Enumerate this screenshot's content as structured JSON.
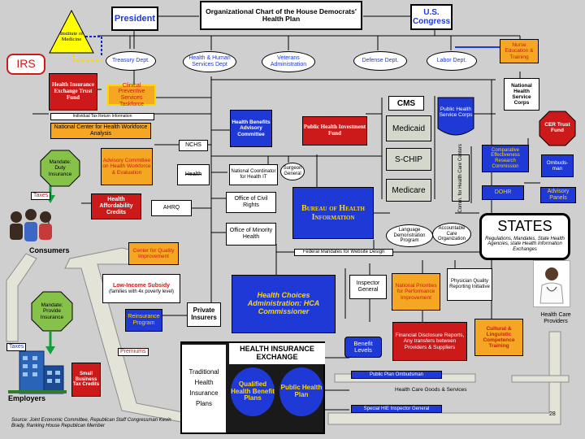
{
  "title": "Organizational Chart of the House Democrats' Health Plan",
  "nodes": {
    "president": "President",
    "congress": "U.S. Congress",
    "iom": "Institute of Medicine",
    "irs": "IRS",
    "treasury": "Treasury Dept.",
    "hhs": "Health & Human Services Dept",
    "va": "Veterans Administration",
    "defense": "Defense Dept.",
    "labor": "Labor Dept.",
    "nurse_ed": "Nurse Education & Training",
    "trust_fund": "Health Insurance Exchange Trust Fund",
    "clin_prev": "Clinical Preventive Services Taskforce",
    "tax_return": "Individual Tax Return Information",
    "nat_ctr": "National Center for Health Workforce Analysis",
    "cms": "CMS",
    "phs_corps": "Public Health Service Corps",
    "nhs_corps": "National Health Service Corps",
    "cer_fund": "CER Trust Fund",
    "benefits_adv": "Health Benefits Advisory Committee",
    "ph_fund": "Public Health Investment Fund",
    "medicaid": "Medicaid",
    "schip": "S-CHIP",
    "medicare": "Medicare",
    "cer_comm": "Comparative Effectiveness Research Commission",
    "ombuds": "Ombuds-man",
    "cer_ctr": "Comm. for Health Care Centers",
    "mand_duty": "Mandate: Duty Insurance",
    "adv_comm": "Advisory Committee on Health Workforce & Evaluation",
    "nchs": "NCHS",
    "hrsa": "Health",
    "nat_coord": "National Coordinator for Health IT",
    "surgeon": "Surgeon General",
    "doh": "DOHR",
    "adv_panels": "Advisory Panels",
    "taxes_top": "Taxes",
    "afford_cred": "Health Affordability Credits",
    "ahrq": "AHRQ",
    "civil_rights": "Office of Civil Rights",
    "minority": "Office of Minority Health",
    "bureau": "Bureau of Health Information",
    "lang_demo": "Language Demonstration Program",
    "acc_care": "Accountable Care Organization",
    "states": "STATES",
    "states_sub": "Regulations, Mandates, State Health Agencies, state Health Information Exchanges",
    "consumers": "Consumers",
    "quality_ctr": "Center for Quality Improvement",
    "fed_mandates": "Federal Mandates for Website Design",
    "mand_provide": "Mandate: Provide Insurance",
    "low_income": "Low-Income Subsidy",
    "low_income_note": "(families with 4x poverty level)",
    "commissioner": "Health Choices Administration: HCA Commissioner",
    "insp_gen": "Inspector General",
    "nat_priorities": "National Priorities for Performance Improvement",
    "prev_quality": "Physician Quality Reporting Initiative",
    "reinsurance": "Reinsurance Program",
    "private_ins": "Private Insurers",
    "fin_disclosure": "Financial Disclosure Reports, Any transfers between Providers & Suppliers",
    "cultural": "Cultural & Linguistic Competence Training",
    "providers": "Health Care Providers",
    "taxes_bottom": "Taxes",
    "premiums": "Premiums",
    "exchange": "HEALTH INSURANCE EXCHANGE",
    "trad_plans": "Traditional Health Insurance Plans",
    "qualified_plans": "Qualified Health Benefit Plans",
    "public_plan": "Public Health Plan",
    "benefit_levels": "Benefit Levels",
    "public_plan_ombuds": "Public Plan Ombudsman",
    "goods_services": "Health Care Goods & Services",
    "special_ig": "Special HIE Inspector General",
    "small_credits": "Small Business Tax Credits",
    "employers": "Employers"
  },
  "source": "Source: Joint Economic Committee, Republican Staff Congressman Kevin Brady, Ranking House Republican Member",
  "page_number": "28",
  "colors": {
    "background": "#cfcfcf",
    "red": "#cc1a1a",
    "blue": "#1f39d6",
    "yellow": "#ffff00",
    "green": "#86c24a",
    "orange": "#f5a623",
    "dark_green": "#0c7a2c",
    "teal_gray": "#d3d7cc"
  }
}
